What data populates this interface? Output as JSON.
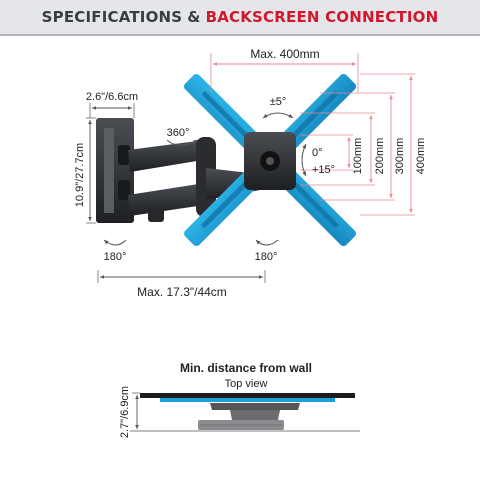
{
  "header": {
    "title_part1": "SPECIFICATIONS",
    "ampersand": "&",
    "title_part2": "BACKSCREEN CONNECTION",
    "color_primary": "#3a3d40",
    "color_accent": "#d0182b"
  },
  "dimensions": {
    "max_vesa_width": "Max. 400mm",
    "wall_plate_depth": "2.6\"/6.6cm",
    "wall_plate_height": "10.9\"/27.7cm",
    "max_extension": "Max. 17.3\"/44cm",
    "vesa_heights": [
      "100mm",
      "200mm",
      "300mm",
      "400mm"
    ]
  },
  "adjustments": {
    "rotation_360": "360°",
    "level": "±5°",
    "tilt_top": "0°",
    "tilt_bottom": "+15°",
    "swivel_left": "180°",
    "swivel_right": "180°"
  },
  "wall_distance": {
    "title": "Min. distance from wall",
    "subtitle": "Top view",
    "value": "2.7\"/6.9cm"
  },
  "colors": {
    "arm_blue": "#1ba1d8",
    "bracket_dark": "#2b2d30",
    "dimension_red": "#e58a93",
    "dimension_gray": "#555555"
  }
}
